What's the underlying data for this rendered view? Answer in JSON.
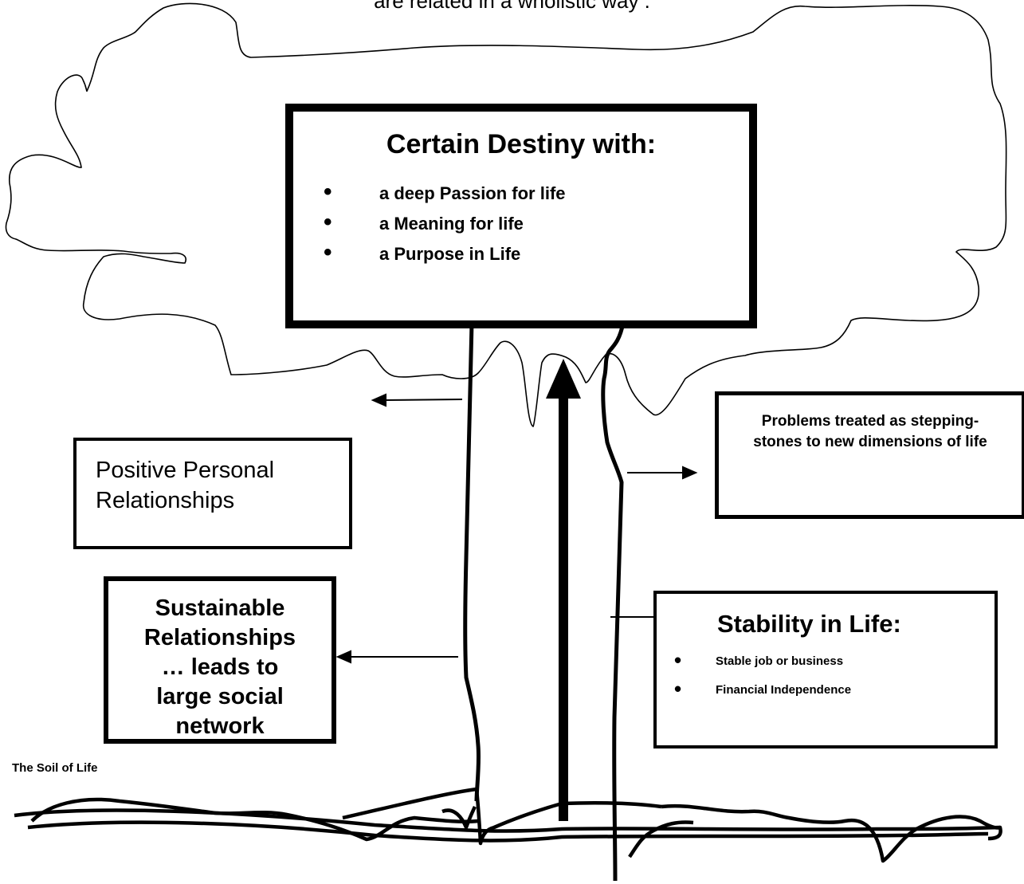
{
  "top_caption": "are related in a wholistic way .",
  "destiny": {
    "title": "Certain Destiny with:",
    "items": [
      "a deep Passion for life",
      "a Meaning for life",
      "a Purpose in Life"
    ]
  },
  "positive_relationships": {
    "lines": [
      "Positive Personal",
      "Relationships"
    ]
  },
  "problems": {
    "text": "Problems treated as stepping-stones to new dimensions of life"
  },
  "sustainable": {
    "lines": [
      "Sustainable",
      "Relationships",
      "… leads to",
      "large social",
      "network"
    ]
  },
  "stability": {
    "title": "Stability in Life:",
    "items": [
      "Stable job or business",
      "Financial Independence"
    ]
  },
  "soil_label": "The Soil of Life"
}
